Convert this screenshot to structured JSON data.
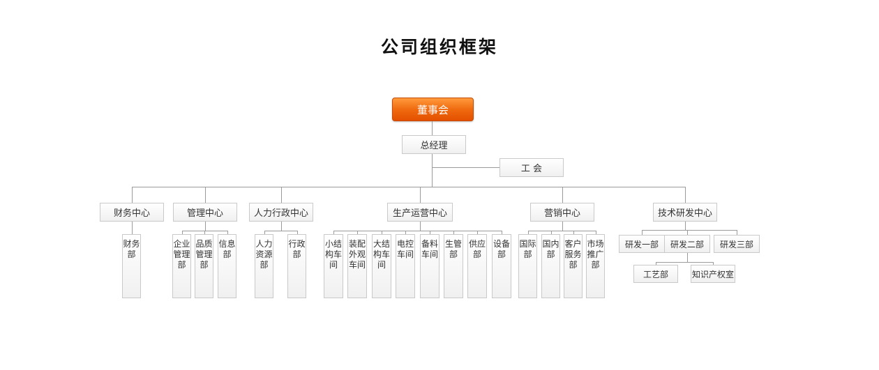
{
  "title": "公司组织框架",
  "chairman": "董事会",
  "general_manager": "总经理",
  "union": "工 会",
  "centers": [
    {
      "name": "财务中心",
      "departments": [
        "财务部"
      ]
    },
    {
      "name": "管理中心",
      "departments": [
        "企业管理部",
        "品质管理部",
        "信息部"
      ]
    },
    {
      "name": "人力行政中心",
      "departments": [
        "人力资源部",
        "行政部"
      ]
    },
    {
      "name": "生产运营中心",
      "departments": [
        "小结构车间",
        "装配外观车间",
        "大结构车间",
        "电控车间",
        "备料车间",
        "生管部",
        "供应部",
        "设备部"
      ]
    },
    {
      "name": "营销中心",
      "departments": [
        "国际部",
        "国内部",
        "客户服务部",
        "市场推广部"
      ]
    },
    {
      "name": "技术研发中心",
      "departments": [
        "研发一部",
        "研发二部",
        "研发三部"
      ],
      "sub_departments": [
        "工艺部",
        "知识产权室"
      ]
    }
  ],
  "colors": {
    "accent": "#f06a10",
    "line": "#9a9a9a",
    "box_border": "#c9c9c9"
  }
}
